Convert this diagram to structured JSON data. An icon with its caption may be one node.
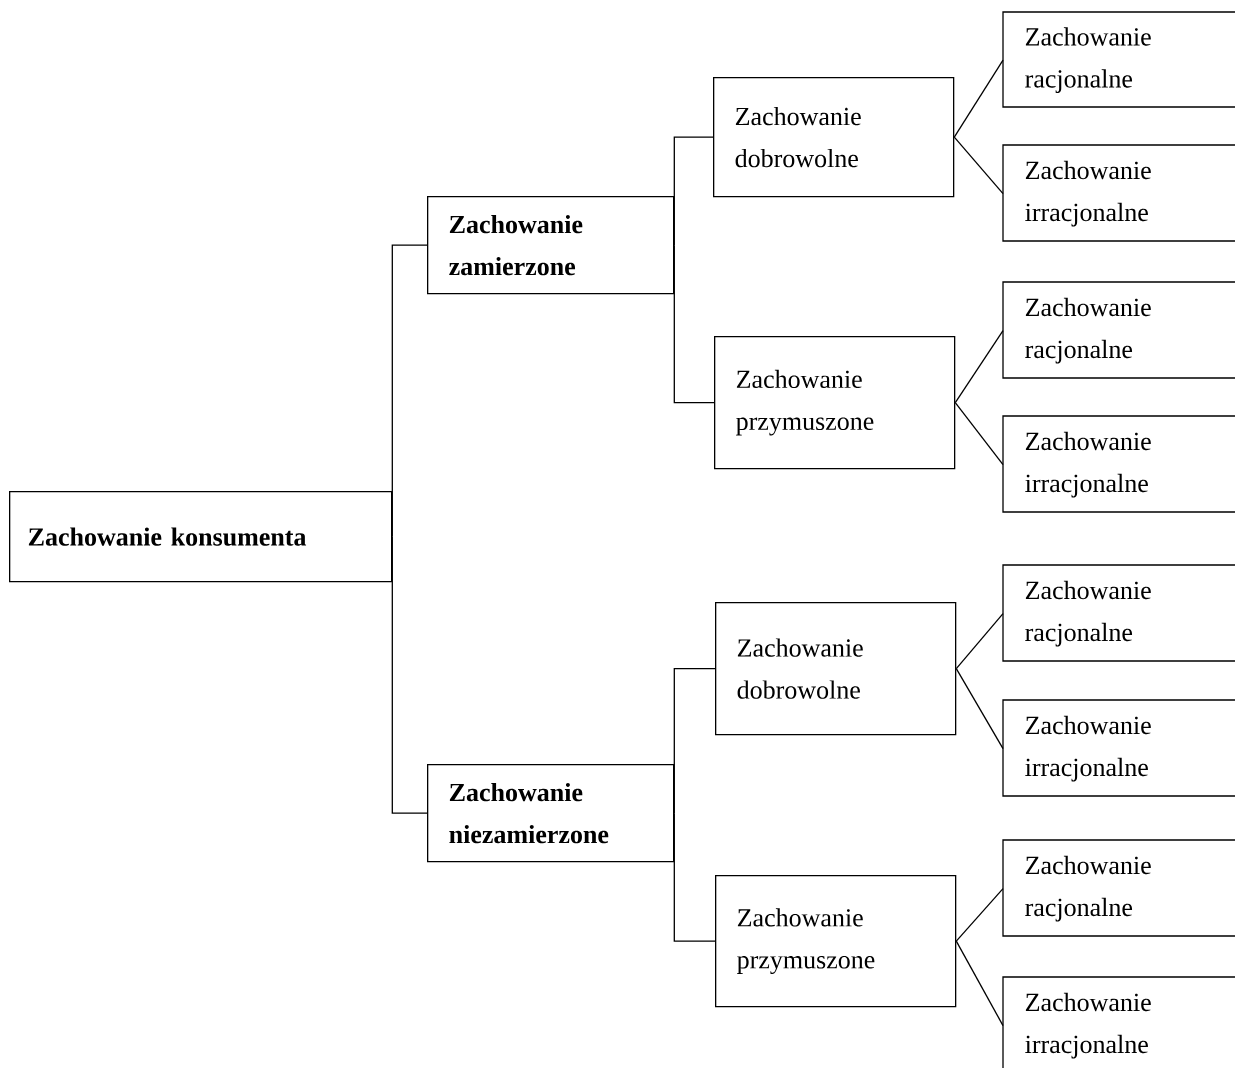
{
  "diagram": {
    "nodes": [
      {
        "text": [
          "Zachowanie konsumenta"
        ]
      },
      {
        "text": [
          "Zachowanie zamierzone"
        ]
      },
      {
        "text": [
          "Zachowanie niezamierzone"
        ]
      },
      {
        "text": [
          "Zachowanie dobrowolne"
        ]
      },
      {
        "text": [
          "Zachowanie racjonalne"
        ]
      },
      {
        "text": [
          "Zachowanie irracjonalne"
        ]
      },
      {
        "text": [
          "Zachowanie przymuszone"
        ]
      },
      {
        "text": [
          "Zachowanie racjonalne"
        ]
      },
      {
        "text": [
          "Zachowanie irracjonalne"
        ]
      },
      {
        "text": [
          "Zachowanie dobrowolne"
        ]
      },
      {
        "text": [
          "Zachowanie racjonalne"
        ]
      },
      {
        "text": [
          "Zachowanie irracjonalne"
        ]
      },
      {
        "text": [
          "Zachowanie przymuszone"
        ]
      },
      {
        "text": [
          "Zachowanie racjonalne"
        ]
      },
      {
        "text": [
          "Zachowanie irracjonalne"
        ]
      }
    ],
    "edges": [
      {
        "from": 0,
        "to": 1,
        "arrow": "none"
      },
      {
        "from": 0,
        "to": 2,
        "arrow": "none"
      },
      {
        "from": 1,
        "to": 3,
        "arrow": "none"
      },
      {
        "from": 1,
        "to": 6,
        "arrow": "none"
      },
      {
        "from": 3,
        "to": 4,
        "arrow": "none"
      },
      {
        "from": 3,
        "to": 5,
        "arrow": "none"
      },
      {
        "from": 6,
        "to": 7,
        "arrow": "none"
      },
      {
        "from": 6,
        "to": 8,
        "arrow": "none"
      },
      {
        "from": 2,
        "to": 9,
        "arrow": "none"
      },
      {
        "from": 2,
        "to": 12,
        "arrow": "none"
      },
      {
        "from": 9,
        "to": 10,
        "arrow": "none"
      },
      {
        "from": 9,
        "to": 11,
        "arrow": "none"
      },
      {
        "from": 12,
        "to": 13,
        "arrow": "none"
      },
      {
        "from": 12,
        "to": 14,
        "arrow": "none"
      }
    ]
  }
}
